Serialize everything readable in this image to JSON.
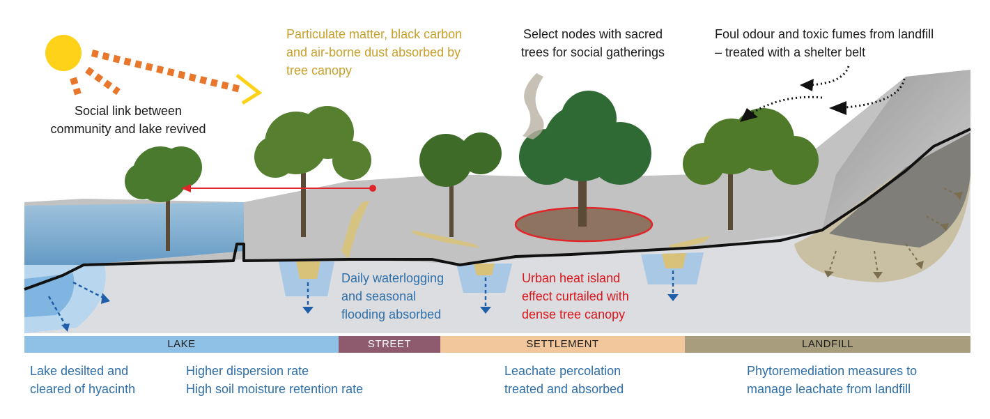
{
  "colors": {
    "lake": "#8fc1e6",
    "street": "#8e5a6e",
    "settlement": "#f2c79b",
    "landfill": "#a89d7c",
    "sun": "#ffd21a",
    "heat_arrow": "#e7772d",
    "ground": "#dcdde0",
    "water": "#6ea7d4",
    "soil_line": "#111111",
    "dust_text": "#c8a02a",
    "water_text": "#2f6fa8",
    "heat_text": "#d8161c"
  },
  "icons": [
    "sun-icon",
    "heat-ray-icon",
    "dashed-arrow-icon",
    "tree-icon",
    "smoke-icon"
  ],
  "annotations": {
    "social_link": "Social link between\ncommunity and lake revived",
    "particulate": "Particulate matter, black carbon\nand air-borne dust absorbed by\ntree canopy",
    "sacred_trees": "Select nodes with sacred\ntrees for social gatherings",
    "odour": "Foul odour and toxic fumes from landfill\n– treated with a shelter belt",
    "waterlogging": "Daily waterlogging\nand seasonal\nflooding absorbed",
    "heat_island": "Urban heat island\neffect curtailed with\ndense tree canopy"
  },
  "zones": [
    {
      "name": "LAKE"
    },
    {
      "name": "STREET"
    },
    {
      "name": "SETTLEMENT"
    },
    {
      "name": "LANDFILL"
    }
  ],
  "footer": {
    "lake_desilted": "Lake desilted and\ncleared of hyacinth",
    "dispersion": "Higher dispersion rate\nHigh soil moisture retention rate",
    "leachate": "Leachate percolation\ntreated and absorbed",
    "phyto": "Phytoremediation measures to\nmanage leachate from landfill"
  }
}
